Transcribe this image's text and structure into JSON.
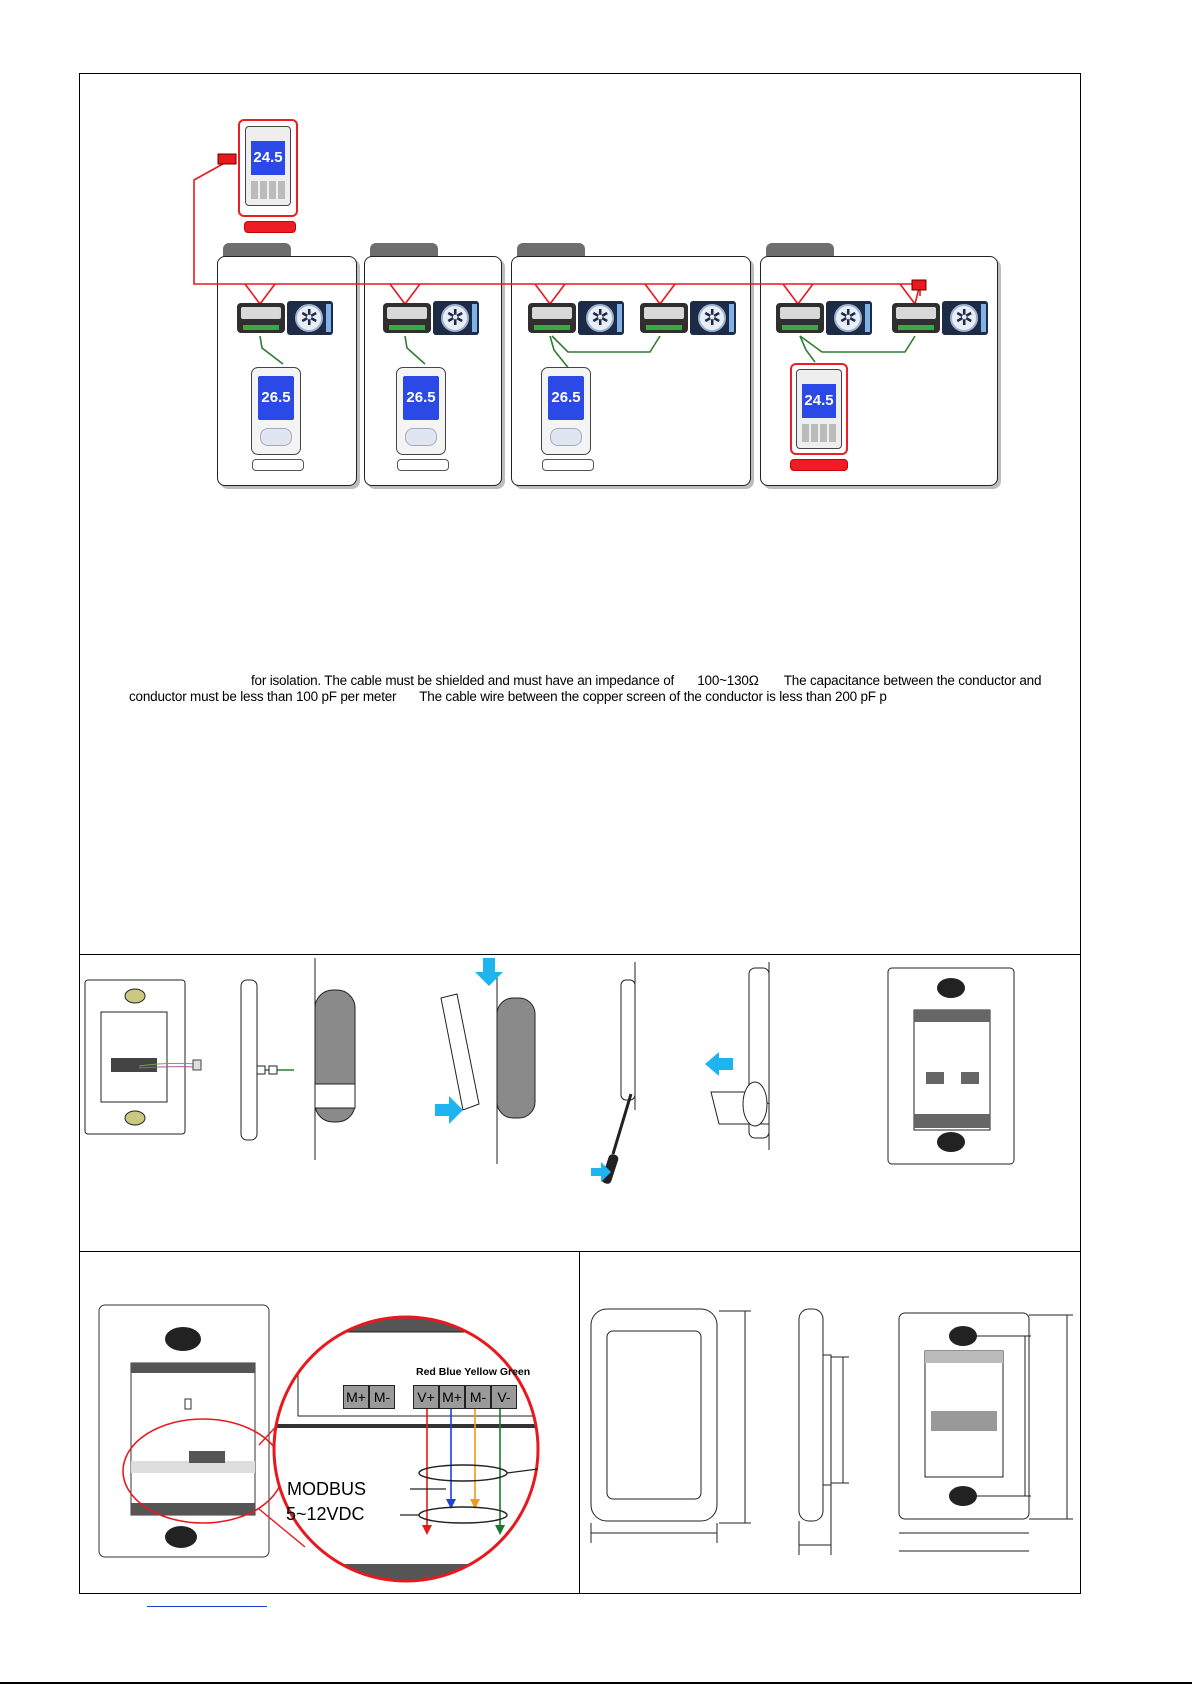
{
  "diagram": {
    "thermostat_large_reading": "24.5",
    "thermostat_small_reading": "26.5"
  },
  "spec_text": {
    "line1_part1": "for isolation. The cable must be shielded and must have an impedance of",
    "line1_part2": "100~130Ω",
    "line1_part3": "The capacitance between the conductor and",
    "line2_part1": "conductor must be less than 100 pF per meter",
    "line2_part2": "The cable wire between the copper screen of the conductor is less than 200 pF p"
  },
  "wiring": {
    "color_header": "Red Blue Yellow Green",
    "terminals_left": [
      "M+",
      "M-"
    ],
    "terminals_right": [
      "V+",
      "M+",
      "M-",
      "V-"
    ],
    "modbus_label": "MODBUS",
    "power_label": "5~12VDC",
    "wire_colors": [
      "#e8191e",
      "#1f3fe0",
      "#f29a10",
      "#1b7a2a"
    ]
  },
  "colors": {
    "bus_line": "#e8191e",
    "link_line": "#2e7d32",
    "highlight": "#ee1c24",
    "screen_blue": "#2a49e6",
    "arrow_cyan": "#1db4f0"
  }
}
